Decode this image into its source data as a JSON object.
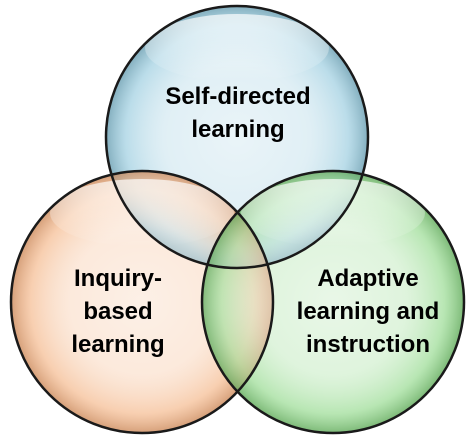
{
  "diagram": {
    "type": "venn",
    "circles": [
      {
        "id": "top",
        "lines": [
          "Self-directed",
          "learning"
        ],
        "fill": "#a9d4e4",
        "rim": "#6a9cae"
      },
      {
        "id": "left",
        "lines": [
          "Inquiry-",
          "based",
          "learning"
        ],
        "fill": "#f6c39d",
        "rim": "#c98a5e"
      },
      {
        "id": "right",
        "lines": [
          "Adaptive",
          "learning and",
          "instruction"
        ],
        "fill": "#a6e0a0",
        "rim": "#62a85c"
      }
    ],
    "outline_color": "#1a1a1a"
  }
}
